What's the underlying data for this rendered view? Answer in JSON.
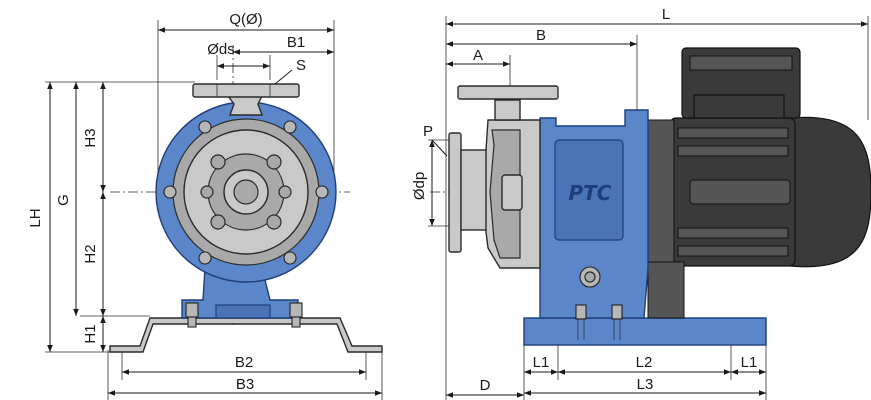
{
  "labels": {
    "Q": "Q(Ø)",
    "ds": "Øds",
    "B1": "B1",
    "S": "S",
    "LH": "LH",
    "G": "G",
    "H3": "H3",
    "H2": "H2",
    "H1": "H1",
    "B2": "B2",
    "B3": "B3",
    "L": "L",
    "B": "B",
    "A": "A",
    "P": "P",
    "dp": "Ødp",
    "D": "D",
    "L1_left": "L1",
    "L2": "L2",
    "L1_right": "L1",
    "L3": "L3"
  },
  "logo_text": "PTC",
  "colors": {
    "pump_blue": "#5b86c9",
    "steel": "#c9c9c9",
    "motor": "#3a3a3a",
    "line": "#1a1a1a"
  }
}
